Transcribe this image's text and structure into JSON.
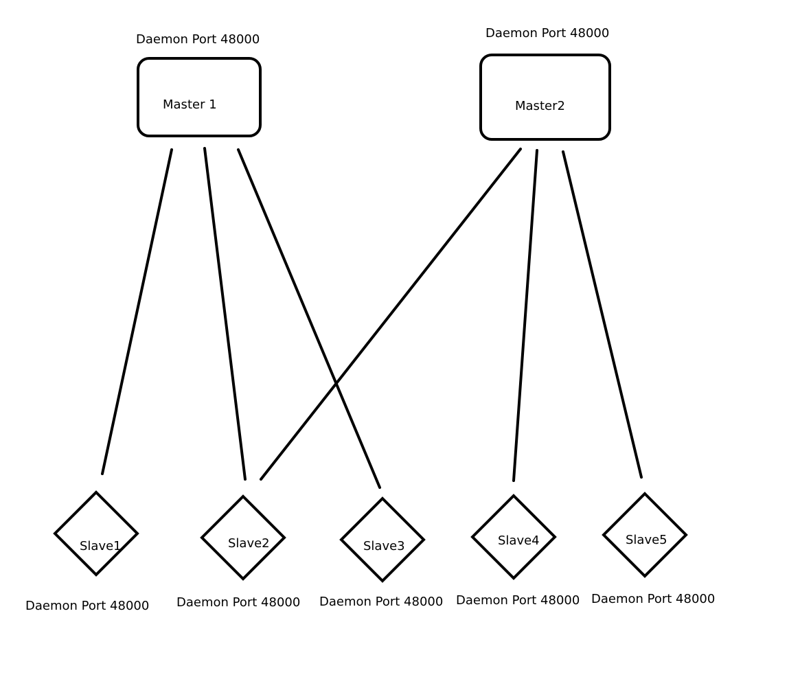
{
  "masters": [
    {
      "id": "m1",
      "label": "Master 1",
      "port": "Daemon Port 48000"
    },
    {
      "id": "m2",
      "label": "Master2",
      "port": "Daemon Port 48000"
    }
  ],
  "slaves": [
    {
      "id": "s1",
      "label": "Slave1",
      "port": "Daemon Port 48000"
    },
    {
      "id": "s2",
      "label": "Slave2",
      "port": "Daemon Port 48000"
    },
    {
      "id": "s3",
      "label": "Slave3",
      "port": "Daemon Port 48000"
    },
    {
      "id": "s4",
      "label": "Slave4",
      "port": "Daemon Port 48000"
    },
    {
      "id": "s5",
      "label": "Slave5",
      "port": "Daemon Port 48000"
    }
  ],
  "connections": [
    {
      "from": "m1",
      "to": "s1"
    },
    {
      "from": "m1",
      "to": "s2"
    },
    {
      "from": "m1",
      "to": "s3"
    },
    {
      "from": "m2",
      "to": "s2"
    },
    {
      "from": "m2",
      "to": "s4"
    },
    {
      "from": "m2",
      "to": "s5"
    }
  ],
  "colors": {
    "stroke": "#000000",
    "background": "#ffffff",
    "text": "#000000"
  }
}
